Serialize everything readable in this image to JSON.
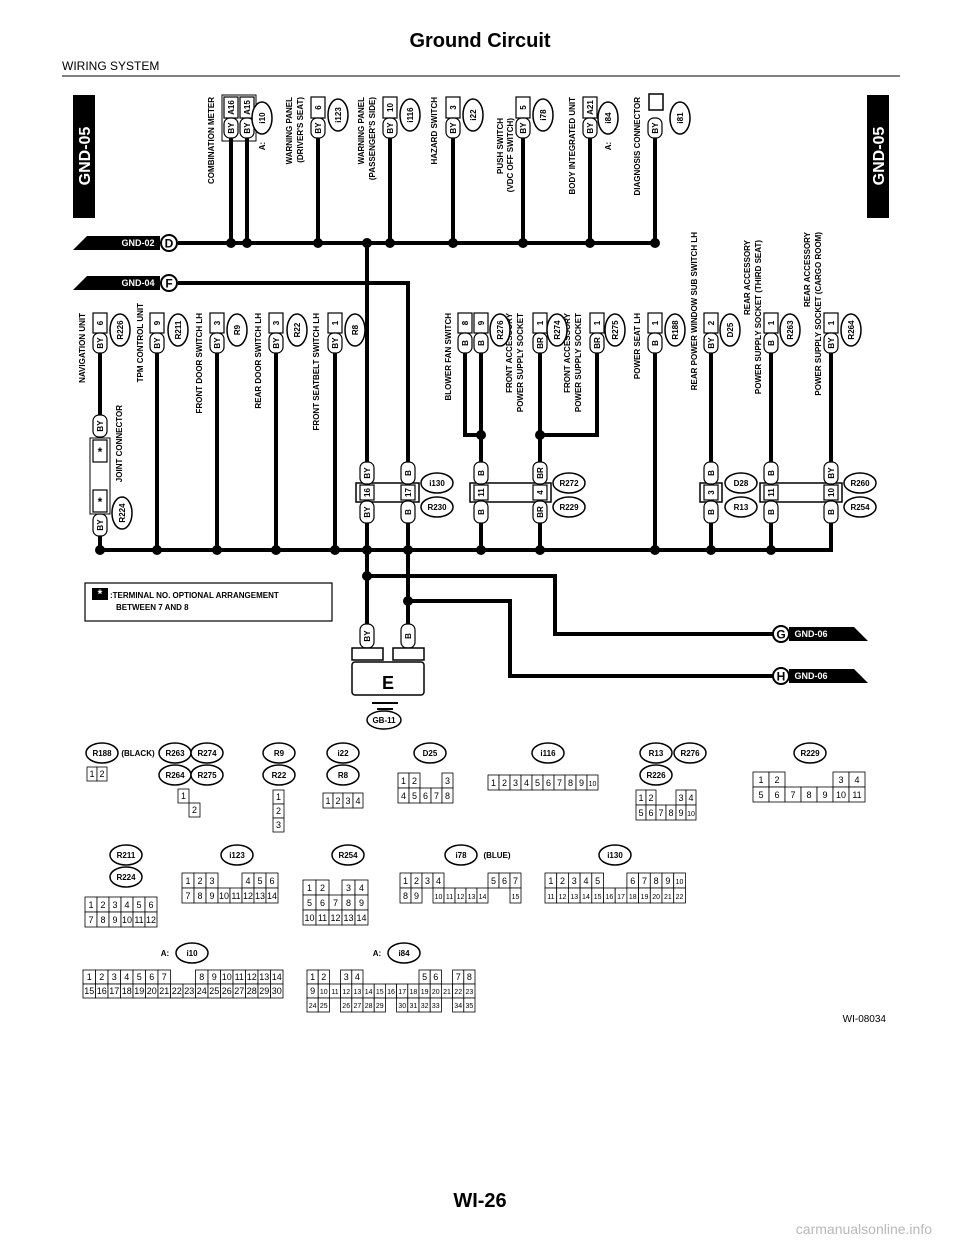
{
  "header": {
    "title": "Ground Circuit",
    "section": "WIRING SYSTEM"
  },
  "tabs": {
    "left": "GND-05",
    "right": "GND-05"
  },
  "buses": {
    "d": {
      "ref": "GND-02",
      "letter": "D"
    },
    "f": {
      "ref": "GND-04",
      "letter": "F"
    },
    "g": {
      "ref": "GND-06",
      "letter": "G"
    },
    "h": {
      "ref": "GND-06",
      "letter": "H"
    }
  },
  "top_pins": [
    {
      "color": "BY",
      "pin": "A16"
    },
    {
      "color": "BY",
      "pin": "A15"
    },
    {
      "color": "BY",
      "pin": "6"
    },
    {
      "color": "BY",
      "pin": "10"
    },
    {
      "color": "BY",
      "pin": "3"
    },
    {
      "color": "BY",
      "pin": "5"
    },
    {
      "color": "BY",
      "pin": "A21"
    },
    {
      "color": "BY",
      "pin": ""
    }
  ],
  "top_labels": [
    [
      "COMBINATION METER"
    ],
    [
      "WARNING PANEL",
      "(DRIVER'S SEAT)"
    ],
    [
      "WARNING PANEL",
      "(PASSENGER'S SIDE)"
    ],
    [
      "HAZARD SWITCH"
    ],
    [
      "PUSH SWITCH",
      "(VDC OFF SWITCH)"
    ],
    [
      "BODY INTEGRATED UNIT"
    ],
    [
      "DIAGNOSIS CONNECTOR"
    ]
  ],
  "top_ids": [
    {
      "prefix": "A:",
      "id": "i10"
    },
    {
      "prefix": "",
      "id": "i123"
    },
    {
      "prefix": "",
      "id": "i116"
    },
    {
      "prefix": "",
      "id": "i22"
    },
    {
      "prefix": "",
      "id": "i78"
    },
    {
      "prefix": "A:",
      "id": "i84"
    },
    {
      "prefix": "",
      "id": "i81"
    }
  ],
  "f_pins": [
    {
      "color": "BY",
      "pin": "6"
    },
    {
      "color": "BY",
      "pin": "9"
    },
    {
      "color": "BY",
      "pin": "3"
    },
    {
      "color": "BY",
      "pin": "3"
    },
    {
      "color": "BY",
      "pin": "1"
    },
    {
      "color": "B",
      "pin": "8"
    },
    {
      "color": "B",
      "pin": "9"
    },
    {
      "color": "BR",
      "pin": "1"
    },
    {
      "color": "BR",
      "pin": "1"
    },
    {
      "color": "B",
      "pin": "1"
    },
    {
      "color": "BY",
      "pin": "2"
    },
    {
      "color": "B",
      "pin": "1"
    },
    {
      "color": "BY",
      "pin": "1"
    }
  ],
  "f_labels": [
    [
      "NAVIGATION UNIT"
    ],
    [
      "TPM CONTROL UNIT"
    ],
    [
      "FRONT DOOR SWITCH LH"
    ],
    [
      "REAR DOOR SWITCH LH"
    ],
    [
      "FRONT SEATBELT SWITCH LH"
    ],
    [
      "BLOWER FAN SWITCH"
    ],
    [
      "FRONT ACCESSORY",
      "POWER SUPPLY SOCKET"
    ],
    [
      "FRONT ACCESSORY",
      "POWER SUPPLY SOCKET"
    ],
    [
      "POWER SEAT LH"
    ],
    [
      "REAR POWER WINDOW SUB SWITCH LH"
    ],
    [
      "REAR ACCESSORY",
      "POWER SUPPLY SOCKET (THIRD SEAT)"
    ],
    [
      "REAR ACCESSORY",
      "POWER SUPPLY SOCKET (CARGO ROOM)"
    ]
  ],
  "f_ids": [
    "R226",
    "R211",
    "R9",
    "R22",
    "R8",
    "R276",
    "R274",
    "R275",
    "R188",
    "D25",
    "R263",
    "R264"
  ],
  "joint": {
    "label": "JOINT CONNECTOR",
    "id": "R224",
    "color": "BY",
    "star": "*"
  },
  "inline": [
    {
      "top": "BY",
      "pin": "16",
      "bottom": "BY"
    },
    {
      "top": "B",
      "pin": "17",
      "bottom": "B"
    },
    {
      "top": "B",
      "pin": "11",
      "bottom": "B"
    },
    {
      "top": "BR",
      "pin": "4",
      "bottom": "BR"
    },
    {
      "top": "B",
      "pin": "3",
      "bottom": "B"
    },
    {
      "top": "B",
      "pin": "11",
      "bottom": "B"
    },
    {
      "top": "BY",
      "pin": "10",
      "bottom": "B"
    }
  ],
  "inline_ids": [
    [
      "i130",
      "R230"
    ],
    [
      "R272",
      "R229"
    ],
    [
      "D28",
      "R13"
    ],
    [
      "R260",
      "R254"
    ]
  ],
  "ground": {
    "connector": "E",
    "colors": [
      "BY",
      "B"
    ],
    "id": "GB-11"
  },
  "legend": {
    "symbol": "*",
    "line1": ":TERMINAL NO. OPTIONAL ARRANGEMENT",
    "line2": "BETWEEN 7 AND 8"
  },
  "faces": [
    {
      "tags": [
        "R188",
        "(BLACK)",
        "R263",
        "R274",
        "R264",
        "R275"
      ],
      "rows": [
        [
          "1",
          "2"
        ]
      ]
    },
    {
      "tags": [],
      "rows": [
        [
          "1",
          null
        ],
        [
          null,
          "2"
        ]
      ]
    },
    {
      "tags": [
        "R9",
        "R22"
      ],
      "rows": [
        [
          "1"
        ],
        [
          "2"
        ],
        [
          "3"
        ]
      ]
    },
    {
      "tags": [
        "i22",
        "R8"
      ],
      "rows": [
        [
          "1",
          "2",
          "3",
          "4"
        ]
      ]
    },
    {
      "tags": [
        "D25"
      ],
      "rows": [
        [
          "1",
          "2",
          null,
          null,
          "3"
        ],
        [
          "4",
          "5",
          "6",
          "7",
          "8"
        ]
      ]
    },
    {
      "tags": [
        "i116"
      ],
      "rows": [
        [
          "1",
          "2",
          "3",
          "4",
          "5",
          "6",
          "7",
          "8",
          "9",
          "10"
        ]
      ]
    },
    {
      "tags": [
        "R13",
        "R276",
        "R226"
      ],
      "rows": [
        [
          "1",
          "2",
          null,
          null,
          "3",
          "4"
        ],
        [
          "5",
          "6",
          "7",
          "8",
          "9",
          "10"
        ]
      ]
    },
    {
      "tags": [
        "R229"
      ],
      "rows": [
        [
          "1",
          "2",
          null,
          null,
          null,
          "3",
          "4"
        ],
        [
          "5",
          "6",
          "7",
          "8",
          "9",
          "10",
          "11"
        ]
      ]
    },
    {
      "tags": [
        "R211",
        "R224"
      ],
      "rows": [
        [
          "1",
          "2",
          "3",
          "4",
          "5",
          "6"
        ],
        [
          "7",
          "8",
          "9",
          "10",
          "11",
          "12"
        ]
      ]
    },
    {
      "tags": [
        "i123"
      ],
      "rows": [
        [
          "1",
          "2",
          "3",
          null,
          null,
          "4",
          "5",
          "6"
        ],
        [
          "7",
          "8",
          "9",
          "10",
          "11",
          "12",
          "13",
          "14"
        ]
      ]
    },
    {
      "tags": [
        "R254"
      ],
      "rows": [
        [
          "1",
          "2",
          null,
          "3",
          "4"
        ],
        [
          "5",
          "6",
          "7",
          "8",
          "9"
        ],
        [
          "10",
          "11",
          "12",
          "13",
          "14"
        ]
      ]
    },
    {
      "tags": [
        "i78",
        "(BLUE)"
      ],
      "rows": [
        [
          "1",
          "2",
          "3",
          "4",
          null,
          null,
          null,
          null,
          "5",
          "6",
          "7"
        ],
        [
          "8",
          "9",
          null,
          "10",
          "11",
          "12",
          "13",
          "14",
          null,
          null,
          "15"
        ]
      ]
    },
    {
      "tags": [
        "i130"
      ],
      "rows": [
        [
          "1",
          "2",
          "3",
          "4",
          "5",
          null,
          null,
          "6",
          "7",
          "8",
          "9",
          "10"
        ],
        [
          "11",
          "12",
          "13",
          "14",
          "15",
          "16",
          "17",
          "18",
          "19",
          "20",
          "21",
          "22"
        ]
      ]
    },
    {
      "tags": [
        "A:",
        "i10"
      ],
      "rows": [
        [
          "1",
          "2",
          "3",
          "4",
          "5",
          "6",
          "7",
          null,
          null,
          "8",
          "9",
          "10",
          "11",
          "12",
          "13",
          "14"
        ],
        [
          "15",
          "16",
          "17",
          "18",
          "19",
          "20",
          "21",
          "22",
          "23",
          "24",
          "25",
          "26",
          "27",
          "28",
          "29",
          "30"
        ]
      ]
    },
    {
      "tags": [
        "A:",
        "i84"
      ],
      "rows": [
        [
          "1",
          "2",
          null,
          "3",
          "4",
          null,
          null,
          null,
          null,
          null,
          "5",
          "6",
          null,
          "7",
          "8"
        ],
        [
          "9",
          "10",
          "11",
          "12",
          "13",
          "14",
          "15",
          "16",
          "17",
          "18",
          "19",
          "20",
          "21",
          "22",
          "23"
        ],
        [
          "24",
          "25",
          null,
          "26",
          "27",
          "28",
          "29",
          null,
          "30",
          "31",
          "32",
          "33",
          null,
          "34",
          "35"
        ]
      ]
    }
  ],
  "figure_id": "WI-08034",
  "page": "WI-26",
  "watermark": "carmanualsonline.info"
}
